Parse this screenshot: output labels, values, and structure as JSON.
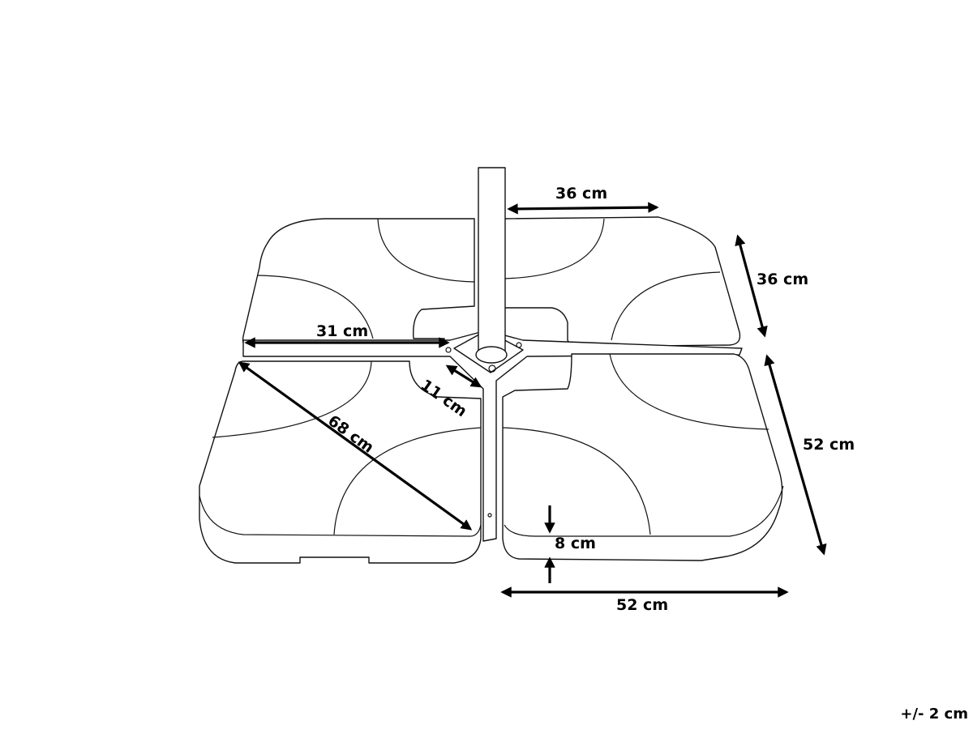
{
  "diagram": {
    "subject": "Umbrella base with four weight segments and central pole",
    "stroke_color": "#111111",
    "background": "#ffffff"
  },
  "dimensions": {
    "top_width": "36 cm",
    "top_depth": "36 cm",
    "inner_length": "31 cm",
    "center_gap": "11 cm",
    "diagonal": "68 cm",
    "side_depth": "52 cm",
    "height": "8 cm",
    "bottom_width": "52 cm"
  },
  "tolerance": "+/- 2 cm"
}
